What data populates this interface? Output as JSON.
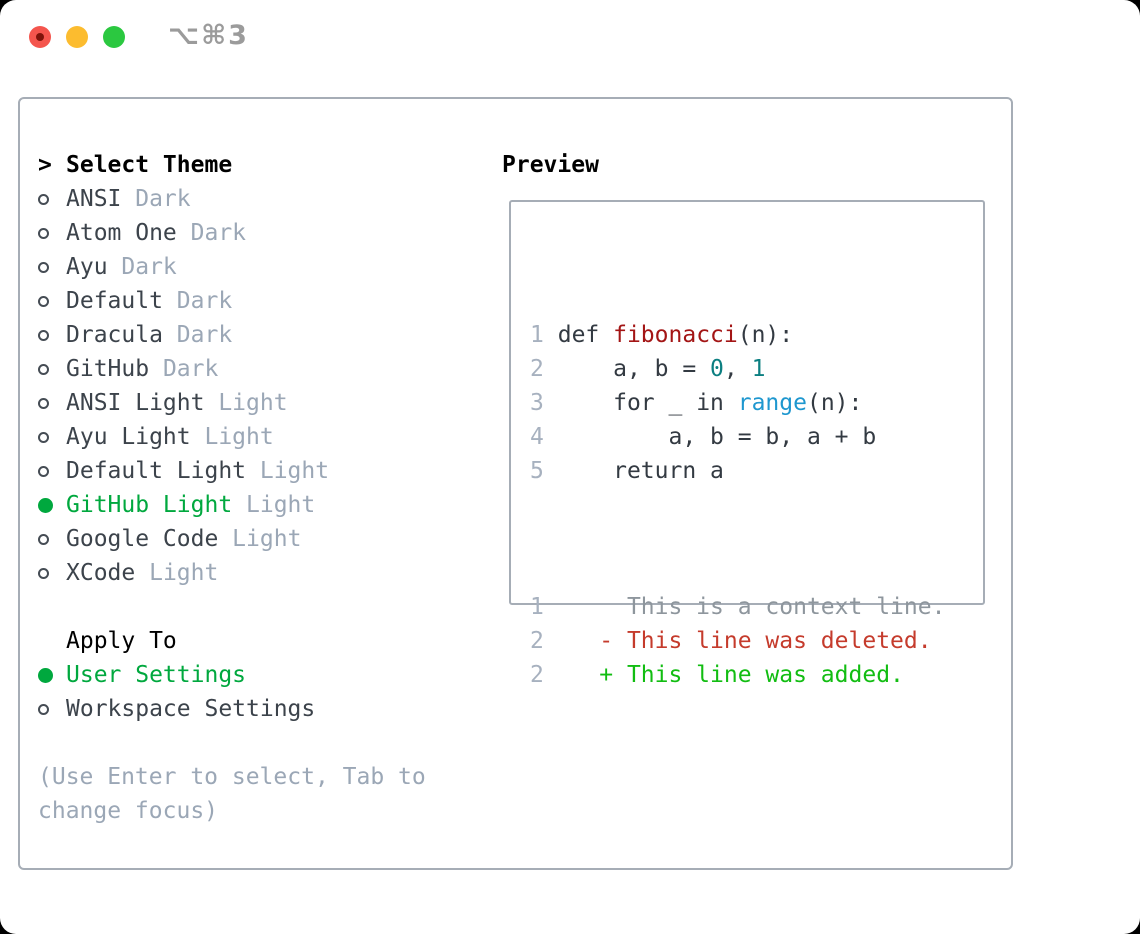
{
  "window": {
    "shortcut_label": "⌥⌘3",
    "traffic_lights": [
      {
        "name": "close",
        "edited_indicator": true
      },
      {
        "name": "minimize",
        "edited_indicator": false
      },
      {
        "name": "zoom",
        "edited_indicator": false
      }
    ]
  },
  "theme_panel": {
    "header": {
      "marker": ">",
      "label": "Select Theme"
    },
    "themes": [
      {
        "name": "ANSI",
        "variant": "Dark",
        "selected": false
      },
      {
        "name": "Atom One",
        "variant": "Dark",
        "selected": false
      },
      {
        "name": "Ayu",
        "variant": "Dark",
        "selected": false
      },
      {
        "name": "Default",
        "variant": "Dark",
        "selected": false
      },
      {
        "name": "Dracula",
        "variant": "Dark",
        "selected": false
      },
      {
        "name": "GitHub",
        "variant": "Dark",
        "selected": false
      },
      {
        "name": "ANSI Light",
        "variant": "Light",
        "selected": false
      },
      {
        "name": "Ayu Light",
        "variant": "Light",
        "selected": false
      },
      {
        "name": "Default Light",
        "variant": "Light",
        "selected": false
      },
      {
        "name": "GitHub Light",
        "variant": "Light",
        "selected": true
      },
      {
        "name": "Google Code",
        "variant": "Light",
        "selected": false
      },
      {
        "name": "XCode",
        "variant": "Light",
        "selected": false
      }
    ],
    "apply_to": {
      "header": "Apply To",
      "options": [
        {
          "name": "User Settings",
          "selected": true
        },
        {
          "name": "Workspace Settings",
          "selected": false
        }
      ]
    },
    "help_lines": [
      "(Use Enter to select, Tab to",
      "change focus)"
    ]
  },
  "preview": {
    "header": "Preview",
    "code_lines": [
      {
        "num": "1",
        "tokens": [
          {
            "t": "def ",
            "c": "plain"
          },
          {
            "t": "fibonacci",
            "c": "func"
          },
          {
            "t": "(n):",
            "c": "plain"
          }
        ]
      },
      {
        "num": "2",
        "tokens": [
          {
            "t": "    a, b = ",
            "c": "plain"
          },
          {
            "t": "0",
            "c": "number"
          },
          {
            "t": ", ",
            "c": "plain"
          },
          {
            "t": "1",
            "c": "number"
          }
        ]
      },
      {
        "num": "3",
        "tokens": [
          {
            "t": "    for _ in ",
            "c": "plain"
          },
          {
            "t": "range",
            "c": "builtin"
          },
          {
            "t": "(n):",
            "c": "plain"
          }
        ]
      },
      {
        "num": "4",
        "tokens": [
          {
            "t": "        a, b = b, a + b",
            "c": "plain"
          }
        ]
      },
      {
        "num": "5",
        "tokens": [
          {
            "t": "    return a",
            "c": "plain"
          }
        ]
      }
    ],
    "diff_lines": [
      {
        "num": "1",
        "text": "      This is a context line.",
        "kind": "context"
      },
      {
        "num": "2",
        "text": "    - This line was deleted.",
        "kind": "deleted"
      },
      {
        "num": "2",
        "text": "    + This line was added.",
        "kind": "added"
      }
    ]
  },
  "colors": {
    "selection_green": "#00a83e",
    "added_green": "#12bd12",
    "deleted_red": "#c53b2c",
    "function_red": "#a31515",
    "number_teal": "#0c7f81",
    "builtin_blue": "#1e97cf",
    "muted_gray": "#9ba7b6",
    "line_number_gray": "#a7b1bf",
    "item_text": "#3c434b",
    "code_text": "#333a42",
    "border_gray": "#a6adb6",
    "traffic_red": "#f4554d",
    "traffic_yellow": "#fcbc2f",
    "traffic_green": "#2bc840"
  }
}
